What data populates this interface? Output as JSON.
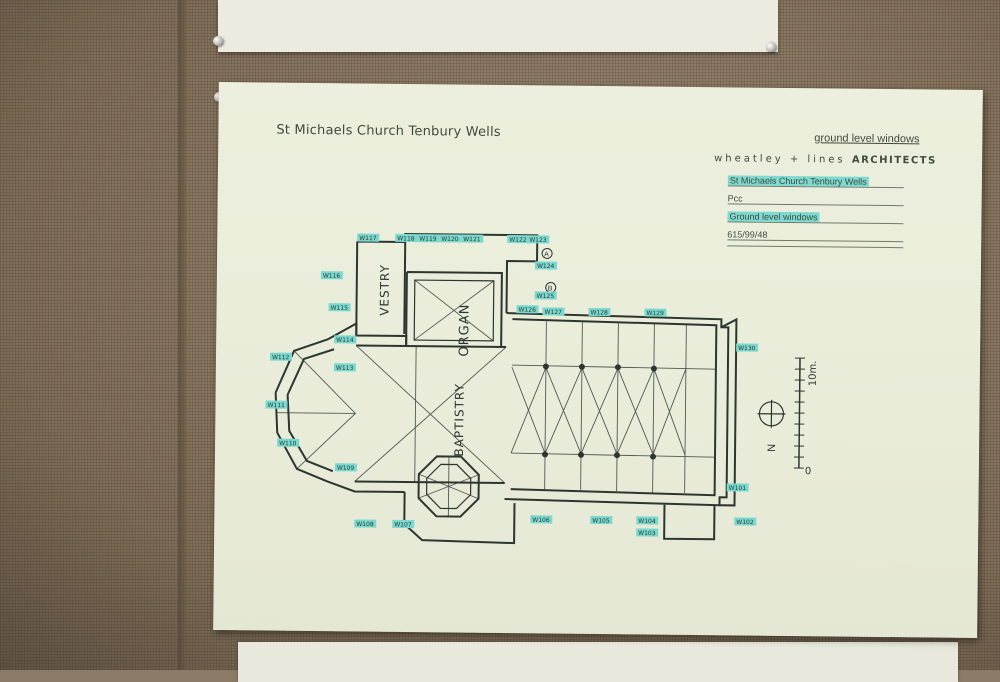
{
  "sheet": {
    "title": "St Michaels Church  Tenbury Wells",
    "subtitle": "ground level windows"
  },
  "title_block": {
    "firm": "wheatley + lines",
    "firm_suffix": "ARCHITECTS",
    "project": "St Michaels Church  Tenbury Wells",
    "client": "Pcc",
    "drawing_title": "Ground level windows",
    "drawing_number": "615/99/48"
  },
  "plan": {
    "rooms": {
      "vestry": "VESTRY",
      "organ": "ORGAN",
      "baptistry": "BAPTISTRY"
    },
    "scale": {
      "label": "10m.",
      "zero": "0"
    },
    "north": "N",
    "markers": [
      "A",
      "B"
    ],
    "window_labels": [
      "W117",
      "W118",
      "W119",
      "W120",
      "W121",
      "W122",
      "W123",
      "W124",
      "W125",
      "W126",
      "W127",
      "W116",
      "W115",
      "W114",
      "W113",
      "W112",
      "W111",
      "W110",
      "W109",
      "W108",
      "W107",
      "W106",
      "W105",
      "W104",
      "W103",
      "W102",
      "W101",
      "W128",
      "W129",
      "W130"
    ]
  },
  "colors": {
    "highlight": "#79d8cf",
    "ink": "#2c3530",
    "paper": "#eceedc"
  }
}
